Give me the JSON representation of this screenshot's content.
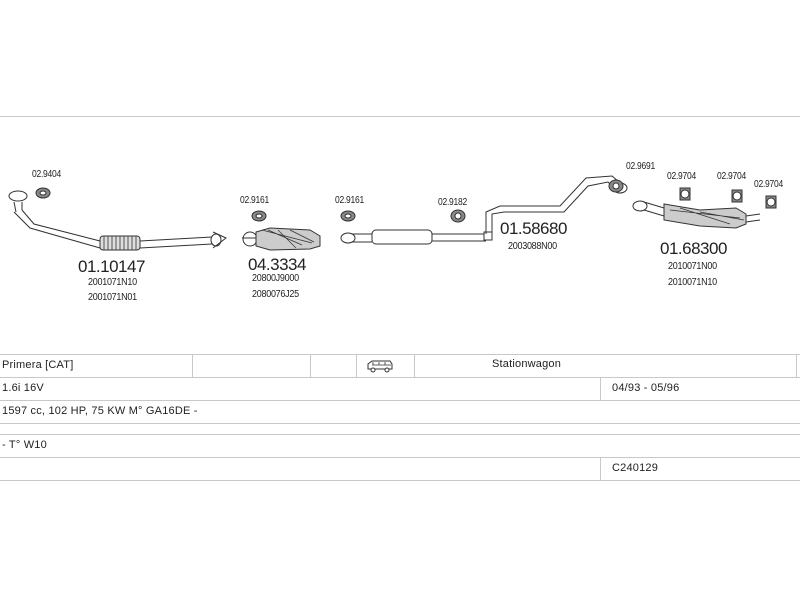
{
  "parts": {
    "p1": {
      "small": "02.9404",
      "number": "01.10147",
      "oem": [
        "2001071N10",
        "2001071N01"
      ]
    },
    "p2": {
      "small": "02.9161",
      "number": "04.3334",
      "oem": [
        "20800J9000",
        "2080076J25"
      ]
    },
    "p3": {
      "small": "02.9161"
    },
    "p4": {
      "small": "02.9182",
      "number": "01.58680",
      "oem": [
        "2003088N00"
      ]
    },
    "p5": {
      "small": [
        "02.9691",
        "02.9704",
        "02.9704",
        "02.9704"
      ],
      "number": "01.68300",
      "oem": [
        "2010071N00",
        "2010071N10"
      ]
    }
  },
  "table": {
    "model": "Primera  [CAT]",
    "body": "Stationwagon",
    "engine": "1.6i 16V",
    "years": "04/93 - 05/96",
    "spec": "1597 cc, 102 HP, 75 KW M° GA16DE -",
    "type": "- T° W10",
    "code": "C240129"
  },
  "icons": {
    "vehicle": "station-wagon-icon"
  }
}
